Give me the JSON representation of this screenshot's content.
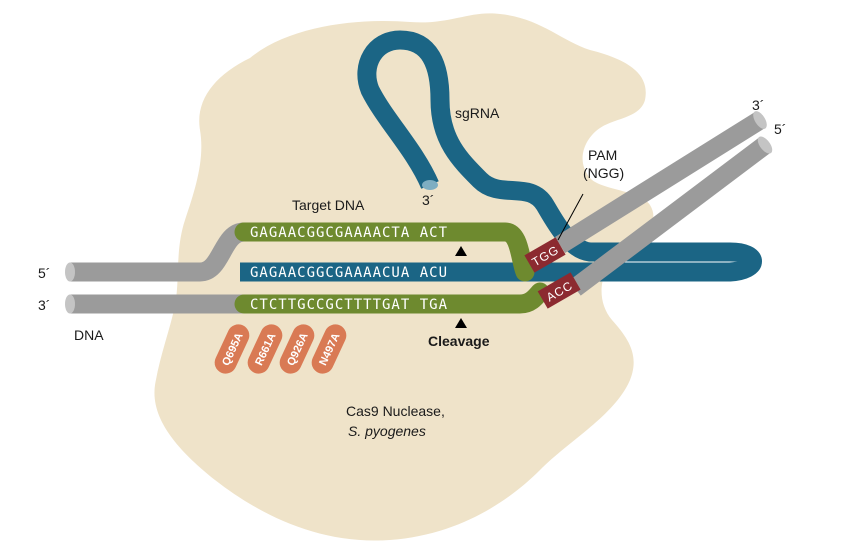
{
  "colors": {
    "protein": "#efe3c9",
    "dna_gray": "#9b9b9b",
    "dna_gray_light": "#c4c4c4",
    "sgrna_blue": "#1b6585",
    "target_green": "#6e8a2f",
    "pam_red": "#8c2a30",
    "mutation_orange": "#d97a54"
  },
  "labels": {
    "sgrna": "sgRNA",
    "sgrna_3prime": "3´",
    "target_dna": "Target DNA",
    "pam": "PAM",
    "pam_motif": "(NGG)",
    "dna": "DNA",
    "cleavage": "Cleavage",
    "nuclease": "Cas9 Nuclease,",
    "species": "S. pyogenes",
    "left_top_end": "5´",
    "left_bottom_end": "3´",
    "right_top_end": "3´",
    "right_bottom_end": "5´"
  },
  "sequences": {
    "target_strand": "GAGAACGGCGAAAACTA ACT",
    "guide_rna": "GAGAACGGCGAAAACUA ACU",
    "complement_strand": "CTCTTGCCGCTTTTGAT TGA",
    "pam_top": "TGG",
    "pam_bottom": "ACC"
  },
  "mutations": [
    "Q695A",
    "R661A",
    "Q926A",
    "N497A"
  ]
}
